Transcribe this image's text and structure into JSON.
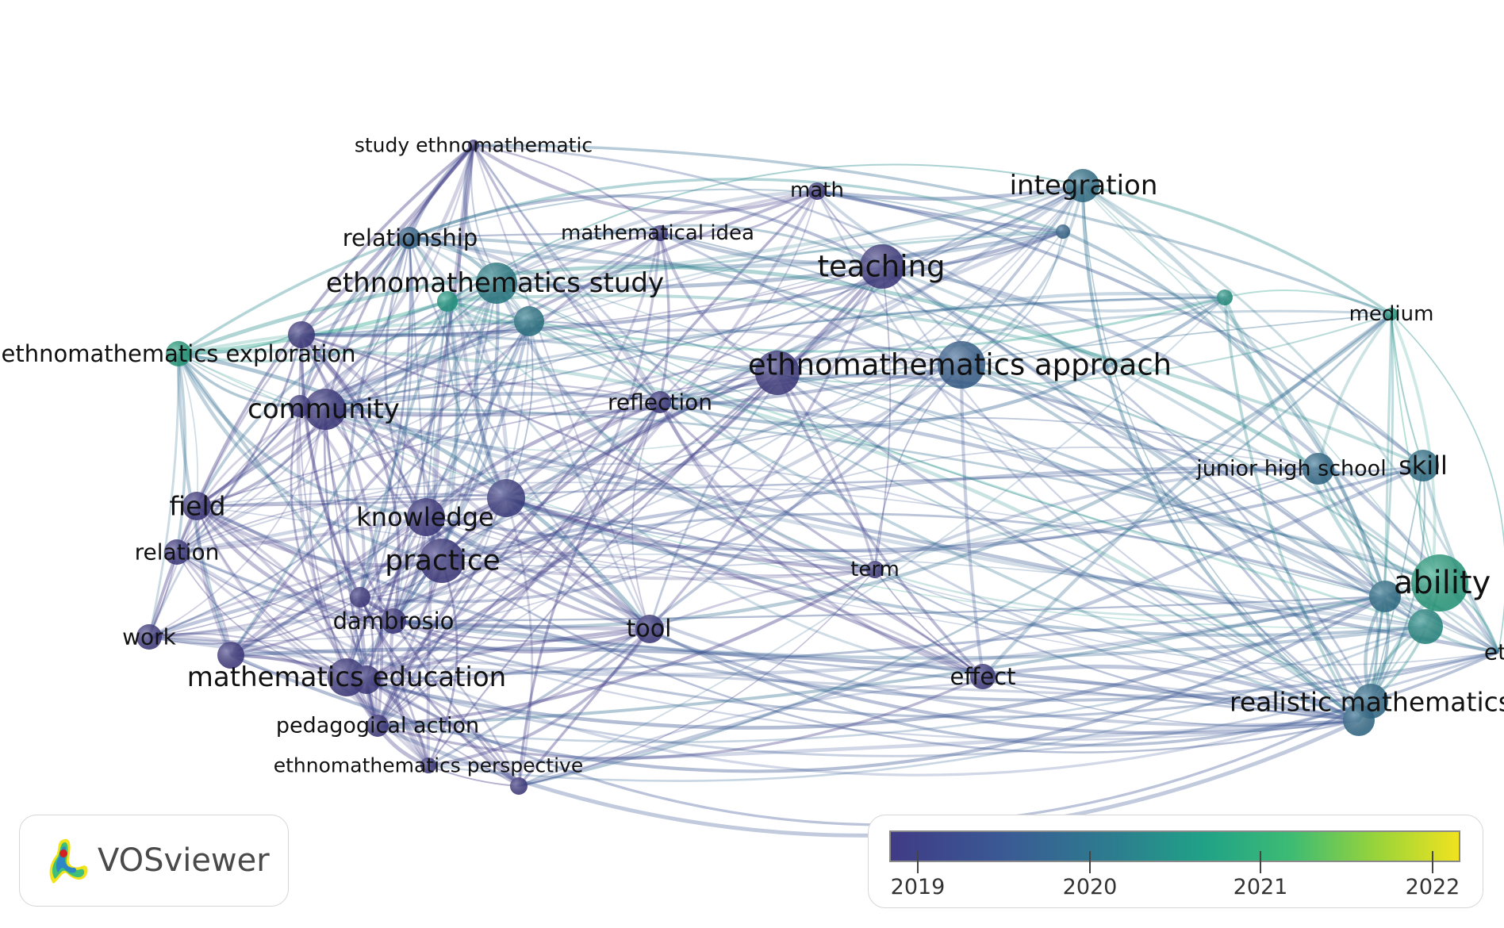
{
  "branding": {
    "name": "VOSviewer"
  },
  "colors": {
    "y2019": "#413f80",
    "y2020": "#2c7b8e",
    "y2021": "#3fbf7a",
    "y2022": "#f2e21a"
  },
  "legend": {
    "labels": [
      "2019",
      "2020",
      "2021",
      "2022"
    ],
    "stops": [
      {
        "offset": 0.0,
        "color": "#403b86"
      },
      {
        "offset": 0.2,
        "color": "#3a5a94"
      },
      {
        "offset": 0.4,
        "color": "#2c7f8e"
      },
      {
        "offset": 0.55,
        "color": "#20a287"
      },
      {
        "offset": 0.7,
        "color": "#3dbb74"
      },
      {
        "offset": 0.85,
        "color": "#98d43a"
      },
      {
        "offset": 1.0,
        "color": "#f4e31e"
      }
    ]
  },
  "network": {
    "nodes": [
      {
        "id": "study-ethnomathematic",
        "label": "study ethnomathematic",
        "year": 2019.0
      },
      {
        "id": "math",
        "label": "math",
        "year": 2019.0
      },
      {
        "id": "integration",
        "label": "integration",
        "year": 2019.9
      },
      {
        "id": "relationship",
        "label": "relationship",
        "year": 2019.7
      },
      {
        "id": "mathematical-idea",
        "label": "mathematical idea",
        "year": 2019.0
      },
      {
        "id": "teaching",
        "label": "teaching",
        "year": 2019.0
      },
      {
        "id": "ethnomathematics-study",
        "label": "ethnomathematics study",
        "year": 2020.1
      },
      {
        "id": "medium",
        "label": "medium",
        "year": 2020.5
      },
      {
        "id": "ethnomathematics-exploration",
        "label": "ethnomathematics exploration",
        "year": 2020.6
      },
      {
        "id": "ethnomathematics-approach",
        "label": "ethnomathematics approach",
        "year": 2019.6
      },
      {
        "id": "community",
        "label": "community",
        "year": 2019.0
      },
      {
        "id": "reflection",
        "label": "reflection",
        "year": 2019.0
      },
      {
        "id": "junior-high-school",
        "label": "junior high school",
        "year": 2019.8
      },
      {
        "id": "skill",
        "label": "skill",
        "year": 2019.9
      },
      {
        "id": "field",
        "label": "field",
        "year": 2019.0
      },
      {
        "id": "knowledge",
        "label": "knowledge",
        "year": 2019.0
      },
      {
        "id": "relation",
        "label": "relation",
        "year": 2019.0
      },
      {
        "id": "practice",
        "label": "practice",
        "year": 2019.0
      },
      {
        "id": "term",
        "label": "term",
        "year": 2019.0
      },
      {
        "id": "ability",
        "label": "ability",
        "year": 2020.6
      },
      {
        "id": "dambrosio",
        "label": "dambrosio",
        "year": 2019.0
      },
      {
        "id": "tool",
        "label": "tool",
        "year": 2019.0
      },
      {
        "id": "work",
        "label": "work",
        "year": 2019.0
      },
      {
        "id": "mathematics-education",
        "label": "mathematics education",
        "year": 2019.0
      },
      {
        "id": "effect",
        "label": "effect",
        "year": 2019.0
      },
      {
        "id": "realistic-mathematics",
        "label": "realistic mathematics",
        "year": 2019.8
      },
      {
        "id": "et",
        "label": "et",
        "year": 2020.0
      },
      {
        "id": "pedagogical-action",
        "label": "pedagogical action",
        "year": 2019.0
      },
      {
        "id": "ethnomathematics-perspective",
        "label": "ethnomathematics perspective",
        "year": 2019.0
      }
    ]
  }
}
